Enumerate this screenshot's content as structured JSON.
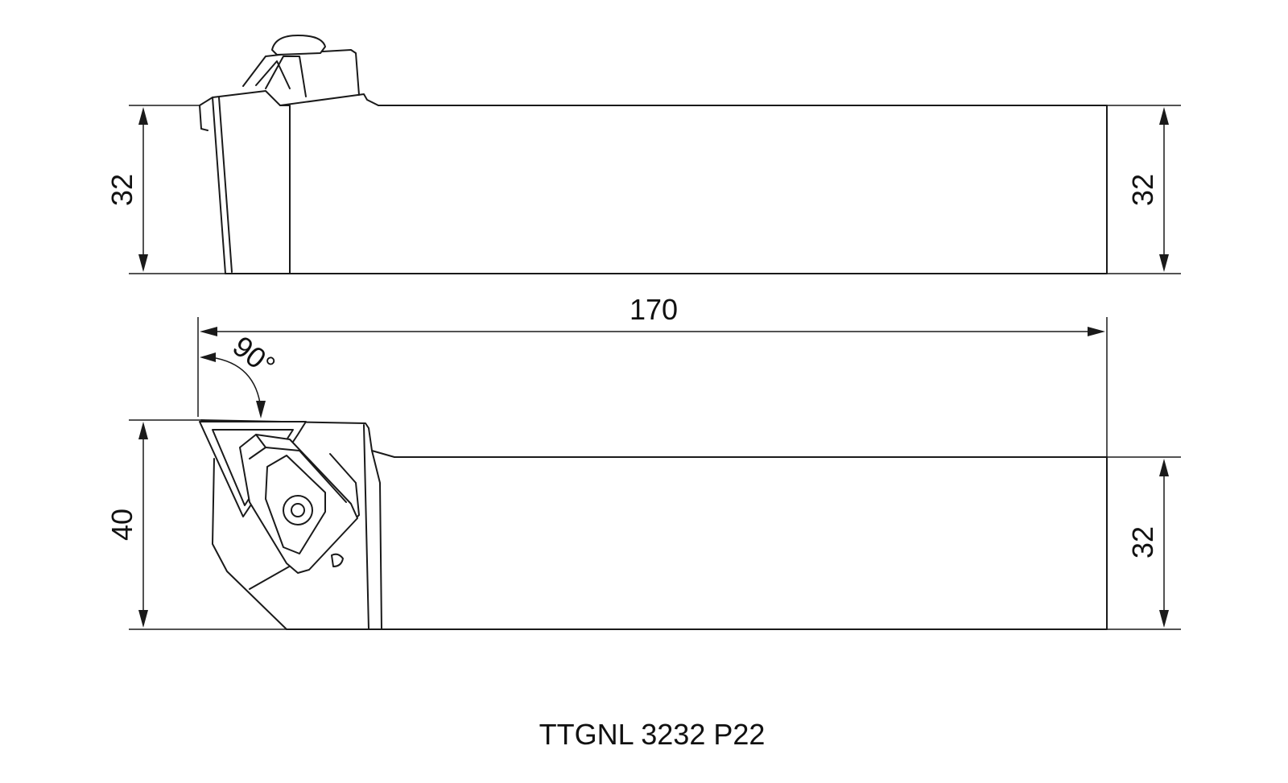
{
  "part_number": "TTGNL 3232 P22",
  "dimensions": {
    "side_height_left": "32",
    "side_height_right": "32",
    "overall_length": "170",
    "approach_angle": "90°",
    "top_width": "40",
    "shank_width": "32"
  }
}
